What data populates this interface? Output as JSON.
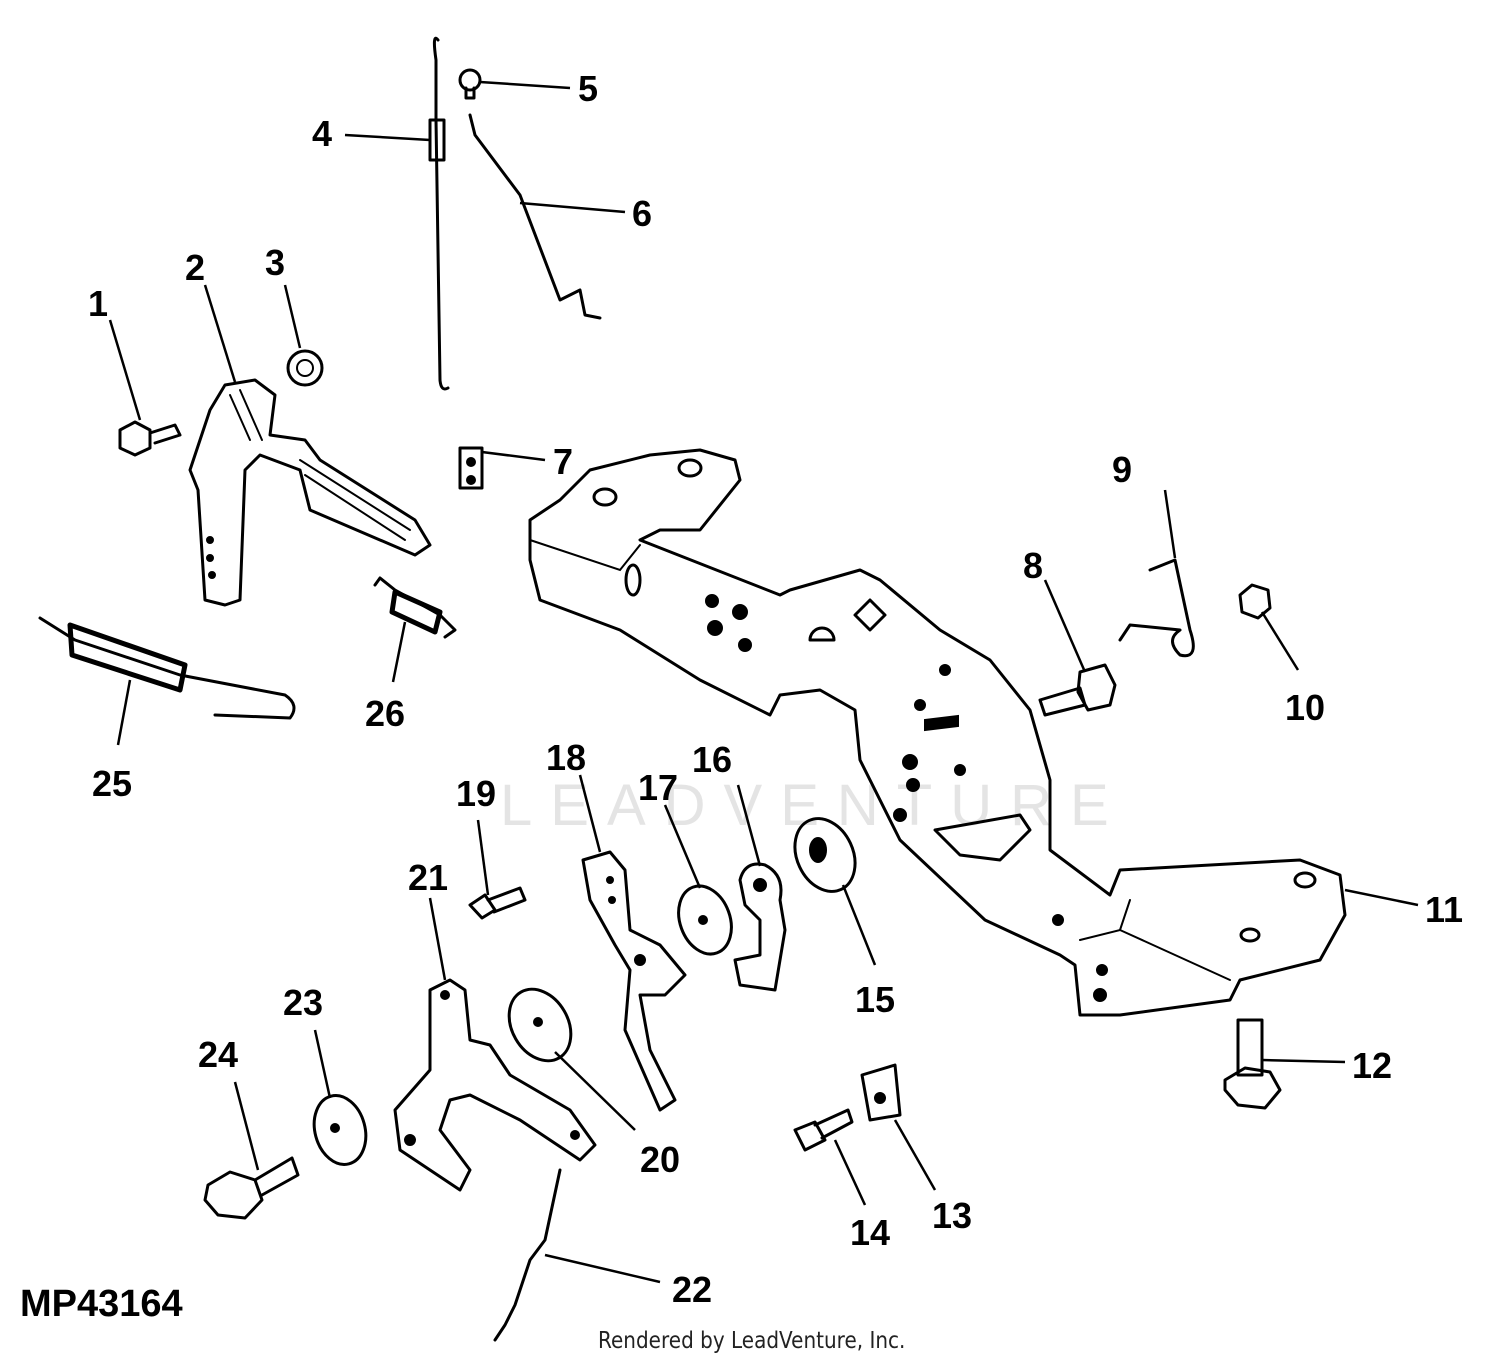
{
  "figure_id": "MP43164",
  "credit": "Rendered by LeadVenture, Inc.",
  "watermark": "LEADVENTURE",
  "callouts": [
    "1",
    "2",
    "3",
    "4",
    "5",
    "6",
    "7",
    "8",
    "9",
    "10",
    "11",
    "12",
    "13",
    "14",
    "15",
    "16",
    "17",
    "18",
    "19",
    "20",
    "21",
    "22",
    "23",
    "24",
    "25",
    "26"
  ]
}
